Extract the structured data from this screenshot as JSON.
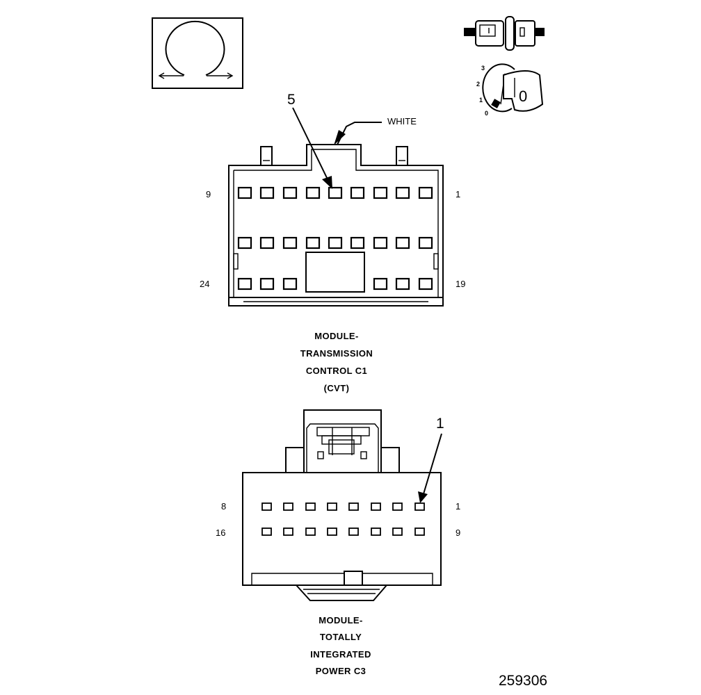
{
  "legend": {
    "key_positions": [
      "3",
      "2",
      "1",
      "0"
    ],
    "key_label": "0"
  },
  "connector_c1": {
    "wire_color_label": "WHITE",
    "callout_pin": "5",
    "row1_left": "9",
    "row1_right": "1",
    "row3_left": "24",
    "row3_right": "19",
    "caption": [
      "MODULE-",
      "TRANSMISSION",
      "CONTROL C1",
      "(CVT)"
    ]
  },
  "connector_c3": {
    "callout_pin": "1",
    "row1_left": "8",
    "row1_right": "1",
    "row2_left": "16",
    "row2_right": "9",
    "caption": [
      "MODULE-",
      "TOTALLY",
      "INTEGRATED",
      "POWER C3"
    ]
  },
  "figure_number": "259306"
}
